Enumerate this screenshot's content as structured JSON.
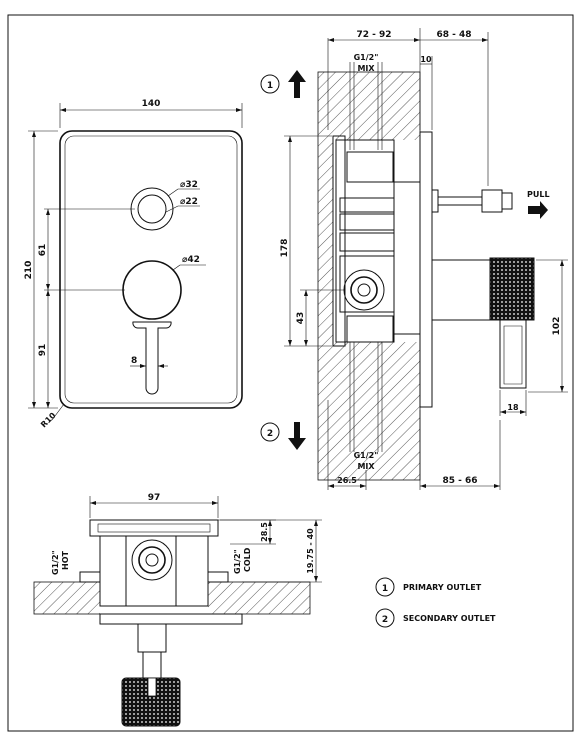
{
  "front_view": {
    "width_label": "140",
    "height_label": "210",
    "corner_radius_label": "R10",
    "outer_diameter_label": "⌀32",
    "inner_diameter_label": "⌀22",
    "handle_diameter_label": "⌀42",
    "upper_spacing_label": "61",
    "lower_spacing_label": "91",
    "lever_width_label": "8"
  },
  "side_view": {
    "depth_range_label": "72 - 92",
    "projection_range_label": "68 - 48",
    "plate_label": "10",
    "inlet_top_thread": "G1/2\"",
    "inlet_top_text": "MIX",
    "inlet_bottom_thread": "G1/2\"",
    "inlet_bottom_text": "MIX",
    "body_height_label": "178",
    "center_offset_label": "43",
    "handle_height_label": "102",
    "handle_width_label": "18",
    "wall_offset_label": "26.5",
    "bottom_range_label": "85 - 66",
    "pull_label": "PULL",
    "outlet_1_number": "1",
    "outlet_2_number": "2"
  },
  "bottom_view": {
    "width_label": "97",
    "hot_thread": "G1/2\"",
    "hot_text": "HOT",
    "cold_thread": "G1/2\"",
    "cold_text": "COLD",
    "depth_small_label": "28.5",
    "depth_range_label": "19.75 - 40"
  },
  "legend": {
    "items": [
      {
        "number": "1",
        "label": "PRIMARY OUTLET"
      },
      {
        "number": "2",
        "label": "SECONDARY OUTLET"
      }
    ]
  }
}
